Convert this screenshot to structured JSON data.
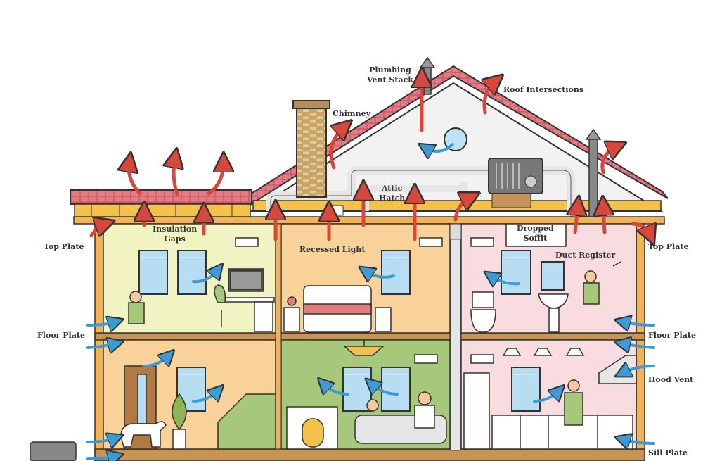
{
  "labels": {
    "plumbing_vent_stack": [
      "Plumbing",
      "Vent Stack"
    ],
    "roof_intersections": "Roof Intersections",
    "chimney": "Chimney",
    "attic_hatch": [
      "Attic",
      "Hatch"
    ],
    "insulation_gaps": [
      "Insulation",
      "Gaps"
    ],
    "dropped_soffit": [
      "Dropped",
      "Soffit"
    ],
    "top_plate_left": "Top Plate",
    "top_plate_right": "Top Plate",
    "recessed_light": "Recessed Light",
    "duct_register": "Duct Register",
    "floor_plate_left": "Floor Plate",
    "floor_plate_right": "Floor Plate",
    "hood_vent": "Hood Vent",
    "sill_plate": "Sill Plate"
  },
  "colors": {
    "heat_loss_arrow": "#d8473c",
    "air_infiltration_arrow": "#3d9ad6",
    "roof": "#e0707a",
    "wall_frame": "#f1b35a",
    "room_yellow": "#f1f4c2",
    "room_orange": "#f9d29a",
    "room_pink": "#f9dcdf",
    "room_green": "#a7c77a",
    "attic_insulation": "#f4c14a"
  }
}
